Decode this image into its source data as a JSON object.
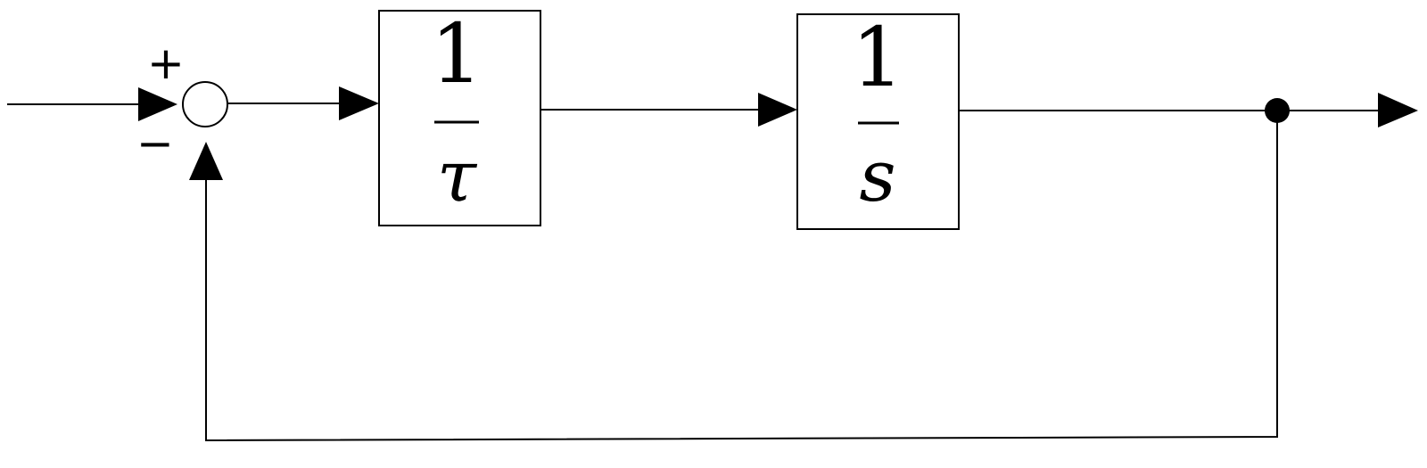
{
  "diagram": {
    "summing_junction": {
      "plus_sign": "+",
      "minus_sign": "−"
    },
    "blocks": [
      {
        "numerator": "1",
        "denominator": "τ"
      },
      {
        "numerator": "1",
        "denominator": "s"
      }
    ],
    "colors": {
      "line": "#000000",
      "background": "#ffffff"
    }
  }
}
